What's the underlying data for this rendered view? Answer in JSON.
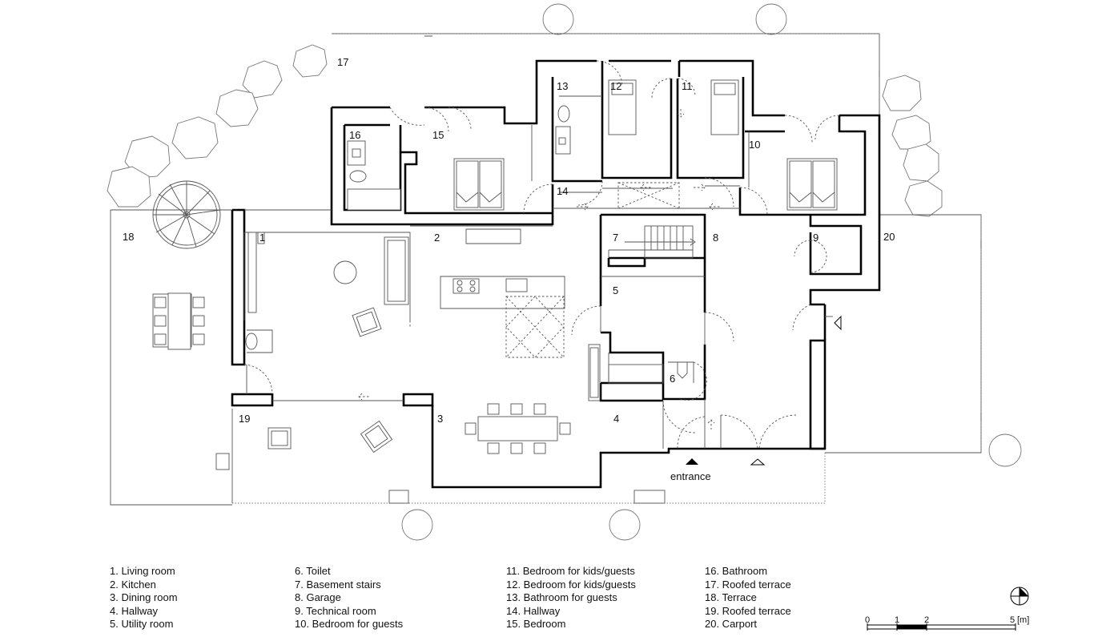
{
  "rooms": [
    {
      "num": "1",
      "name": "Living room"
    },
    {
      "num": "2",
      "name": "Kitchen"
    },
    {
      "num": "3",
      "name": "Dining room"
    },
    {
      "num": "4",
      "name": "Hallway"
    },
    {
      "num": "5",
      "name": "Utility room"
    },
    {
      "num": "6",
      "name": "Toilet"
    },
    {
      "num": "7",
      "name": "Basement stairs"
    },
    {
      "num": "8",
      "name": "Garage"
    },
    {
      "num": "9",
      "name": "Technical room"
    },
    {
      "num": "10",
      "name": "Bedroom for guests"
    },
    {
      "num": "11",
      "name": "Bedroom for kids/guests"
    },
    {
      "num": "12",
      "name": "Bedroom for kids/guests"
    },
    {
      "num": "13",
      "name": "Bathroom for guests"
    },
    {
      "num": "14",
      "name": "Hallway"
    },
    {
      "num": "15",
      "name": "Bedroom"
    },
    {
      "num": "16",
      "name": "Bathroom"
    },
    {
      "num": "17",
      "name": "Roofed terrace"
    },
    {
      "num": "18",
      "name": "Terrace"
    },
    {
      "num": "19",
      "name": "Roofed terrace"
    },
    {
      "num": "20",
      "name": "Carport"
    }
  ],
  "legend": [
    [
      "1. Living room",
      "2. Kitchen",
      "3. Dining room",
      "4. Hallway",
      "5. Utility room"
    ],
    [
      "6. Toilet",
      "7. Basement stairs",
      "8. Garage",
      "9. Technical room",
      "10. Bedroom for guests"
    ],
    [
      "11. Bedroom for kids/guests",
      "12. Bedroom for kids/guests",
      "13. Bathroom for guests",
      "14. Hallway",
      "15. Bedroom"
    ],
    [
      "16. Bathroom",
      "17. Roofed terrace",
      "18. Terrace",
      "19. Roofed terrace",
      "20. Carport"
    ]
  ],
  "entrance_label": "entrance",
  "scale": {
    "ticks": [
      "0",
      "1",
      "2",
      "5"
    ],
    "unit": "[m]"
  },
  "north_icon": "north-arrow-icon"
}
